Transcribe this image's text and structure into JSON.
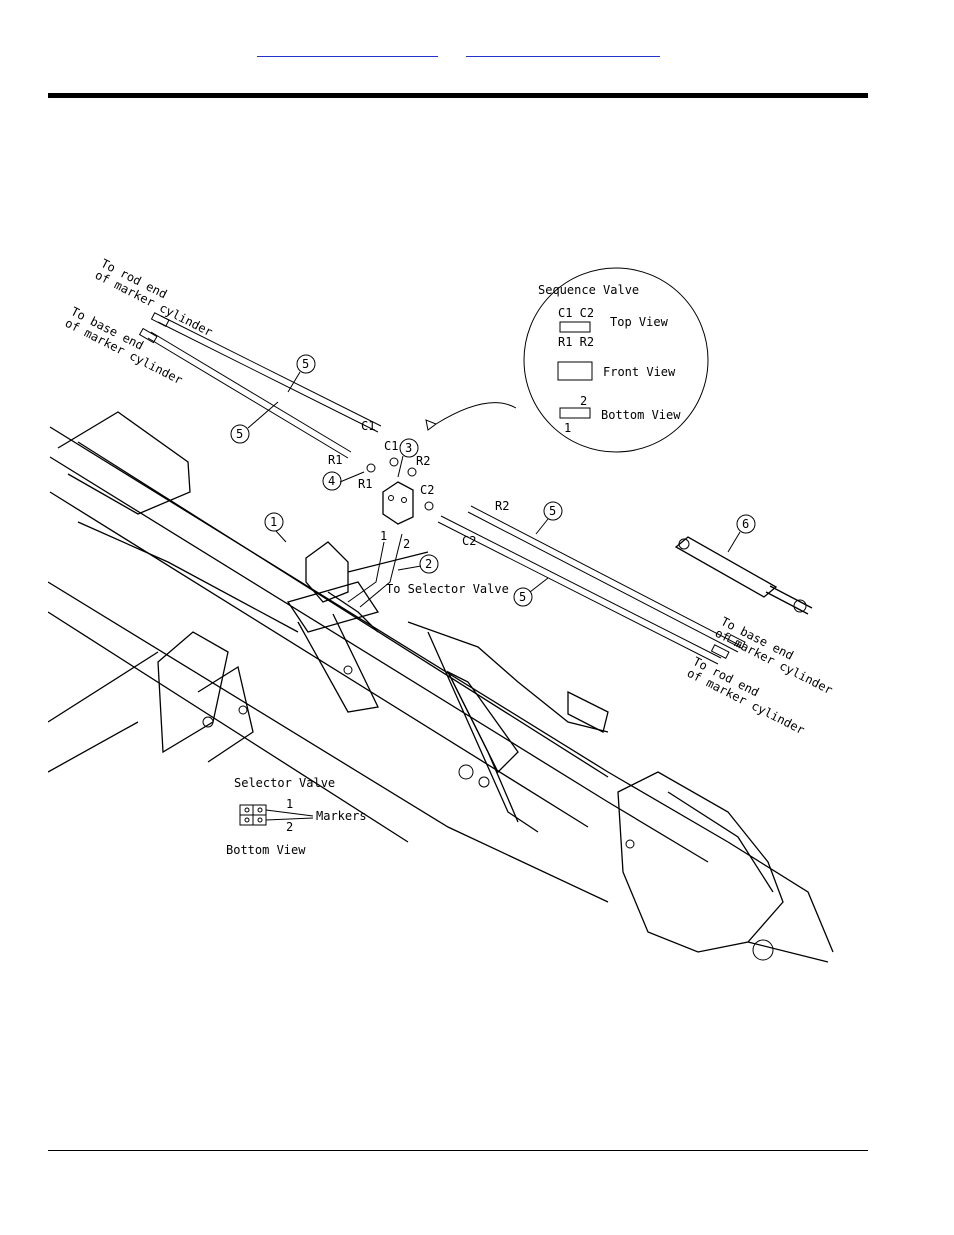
{
  "header": {
    "links": [
      "",
      ""
    ]
  },
  "diagram": {
    "callouts": [
      "1",
      "2",
      "3",
      "4",
      "5",
      "5",
      "5",
      "5",
      "6"
    ],
    "port_labels": {
      "c1_left": "C1",
      "c1_mid": "C1",
      "r1_left": "R1",
      "r1_mid": "R1",
      "r2_mid": "R2",
      "c2_mid": "C2",
      "r2_right": "R2",
      "c2_right": "C2",
      "sel_1": "1",
      "sel_2": "2"
    },
    "notes": {
      "to_rod_end_top": [
        "To rod end",
        "of marker cylinder"
      ],
      "to_base_end_top": [
        "To base end",
        "of marker cylinder"
      ],
      "to_base_end_bottom": [
        "To base end",
        "of marker cylinder"
      ],
      "to_rod_end_bottom": [
        "To rod end",
        "of marker cylinder"
      ],
      "to_selector_valve": "To Selector Valve"
    },
    "sequence_valve_inset": {
      "title": "Sequence Valve",
      "top_ports": "C1  C2",
      "bottom_ports": "R1  R2",
      "top_view": "Top View",
      "front_view": "Front View",
      "bottom_view": "Bottom View",
      "port_2": "2",
      "port_1": "1"
    },
    "selector_valve": {
      "title": "Selector Valve",
      "port_1": "1",
      "port_2": "2",
      "markers": "Markers",
      "bottom_view": "Bottom View"
    }
  }
}
